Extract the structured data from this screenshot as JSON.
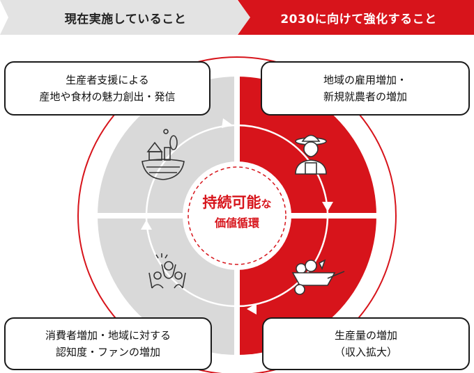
{
  "banners": {
    "left": "現在実施していること",
    "right": "2030に向けて強化すること"
  },
  "center": {
    "line1_main": "持続可能",
    "line1_suffix": "な",
    "line2": "価値循環"
  },
  "bubbles": {
    "top_left": {
      "line1": "生産者支援による",
      "line2": "産地や食材の魅力創出・発信"
    },
    "top_right": {
      "line1": "地域の雇用増加・",
      "line2": "新規就農者の増加"
    },
    "bottom_right": {
      "line1": "生産量の増加",
      "line2": "（収入拡大）"
    },
    "bottom_left": {
      "line1": "消費者増加・地域に対する",
      "line2": "認知度・ファンの増加"
    }
  },
  "colors": {
    "accent": "#d7141b",
    "grey": "#d9d9d9",
    "banner_grey": "#e3e3e3"
  },
  "icons": [
    "farm-icon",
    "farmer-icon",
    "wheelbarrow-vegetables-icon",
    "cheering-people-icon"
  ]
}
